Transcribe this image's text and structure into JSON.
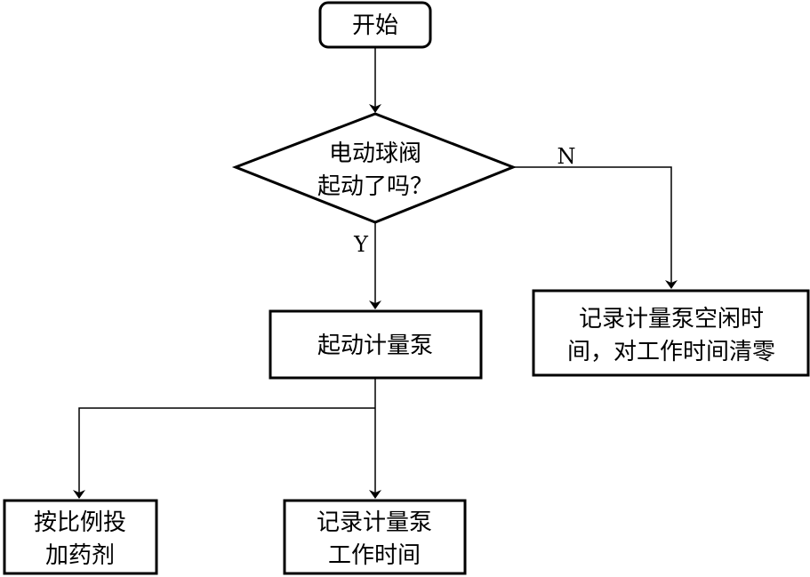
{
  "diagram": {
    "start": {
      "label": "开始"
    },
    "decision": {
      "line1": "电动球阀",
      "line2": "起动了吗？"
    },
    "start_pump": {
      "label": "起动计量泵"
    },
    "record_idle": {
      "line1": "记录计量泵空闲时",
      "line2": "间，对工作时间清零"
    },
    "dose": {
      "line1": "按比例投",
      "line2": "加药剂"
    },
    "record_work": {
      "line1": "记录计量泵",
      "line2": "工作时间"
    },
    "edge_yes": "Y",
    "edge_no": "N"
  }
}
